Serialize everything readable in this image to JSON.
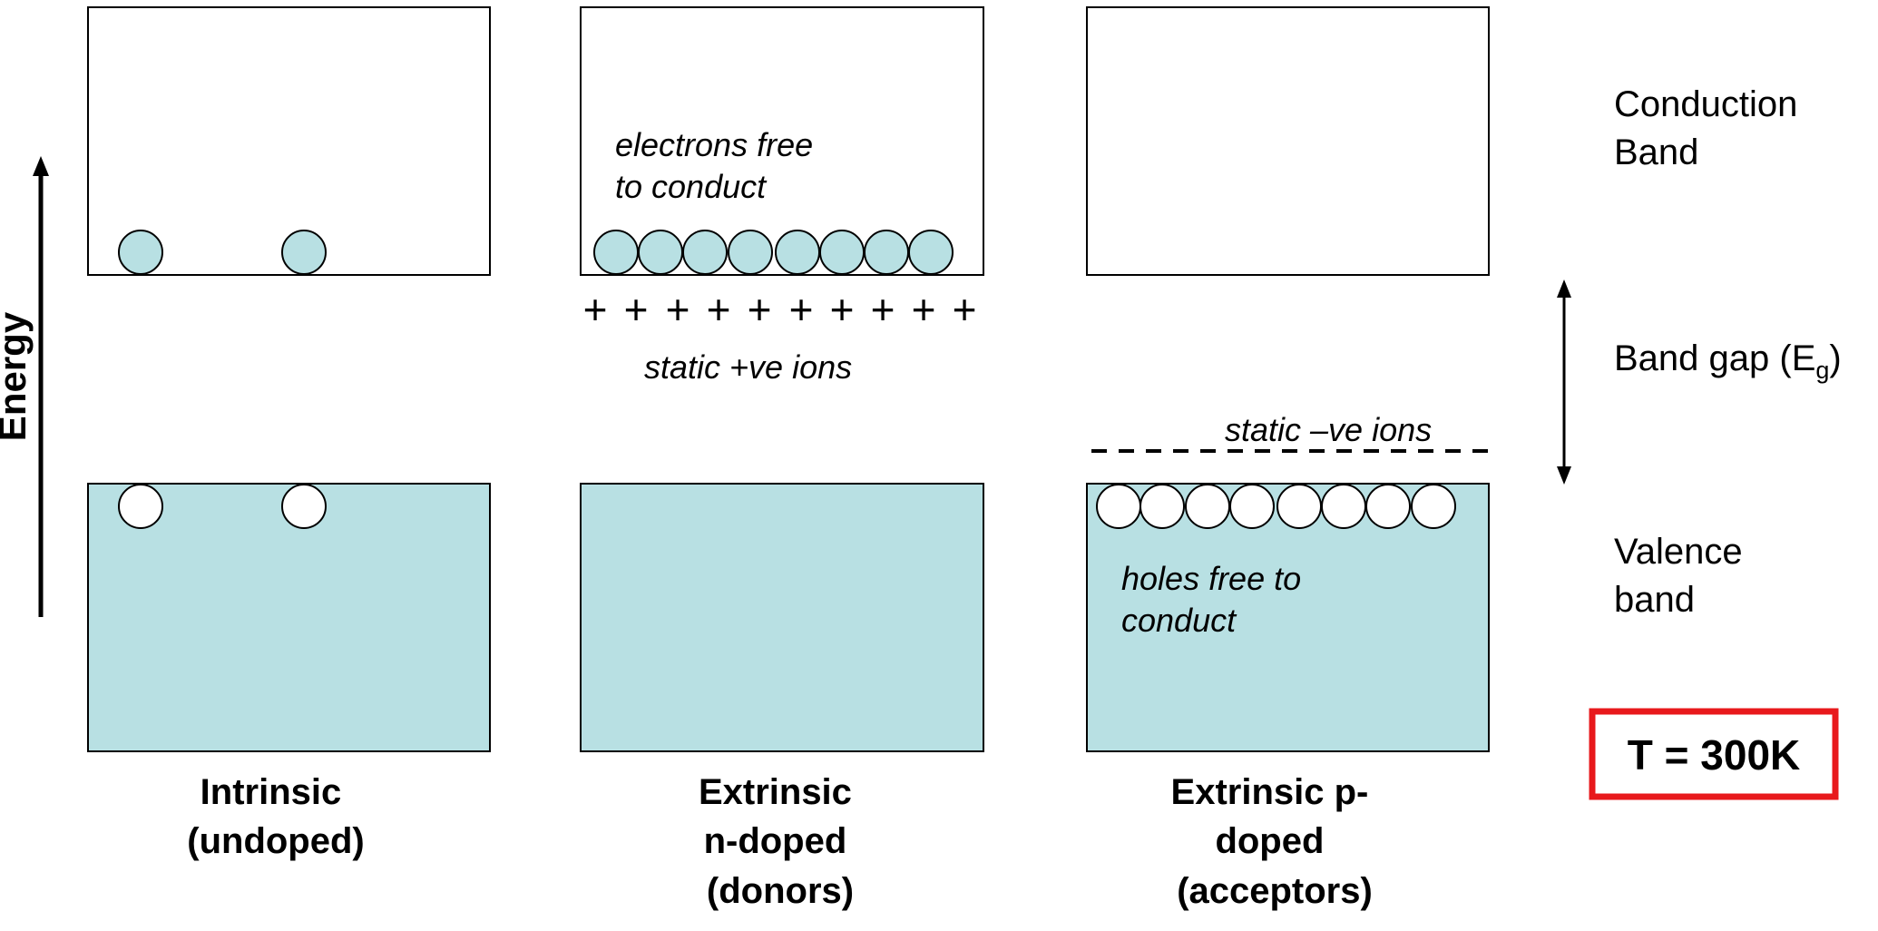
{
  "colors": {
    "band_fill": "#b8e0e3",
    "outline": "#000000",
    "empty_fill": "#ffffff",
    "badge_border": "#e8191c"
  },
  "axis": {
    "label": "Energy"
  },
  "panels": [
    {
      "id": "intrinsic",
      "title_lines": [
        "Intrinsic",
        "(undoped)"
      ],
      "conduction_band_filled": false,
      "valence_band_filled": true,
      "electron_count": 2,
      "hole_count": 2
    },
    {
      "id": "n-doped",
      "title_lines": [
        "Extrinsic",
        "n-doped",
        "(donors)"
      ],
      "conduction_band_filled": false,
      "valence_band_filled": true,
      "electron_count": 8,
      "hole_count": 0,
      "electrons_note_lines": [
        "electrons free",
        "to conduct"
      ],
      "ion_symbol": "+",
      "ion_count": 10,
      "ions_note": "static +ve ions"
    },
    {
      "id": "p-doped",
      "title_lines": [
        "Extrinsic p-",
        "doped",
        "(acceptors)"
      ],
      "conduction_band_filled": false,
      "valence_band_filled": true,
      "electron_count": 0,
      "hole_count": 8,
      "holes_note_lines": [
        "holes free to",
        "conduct"
      ],
      "ions_note": "static –ve ions"
    }
  ],
  "legend": {
    "conduction_lines": [
      "Conduction",
      "Band"
    ],
    "gap_label": "Band gap (E",
    "gap_subscript": "g",
    "gap_close": ")",
    "valence_lines": [
      "Valence",
      "band"
    ]
  },
  "temperature": "T = 300K"
}
